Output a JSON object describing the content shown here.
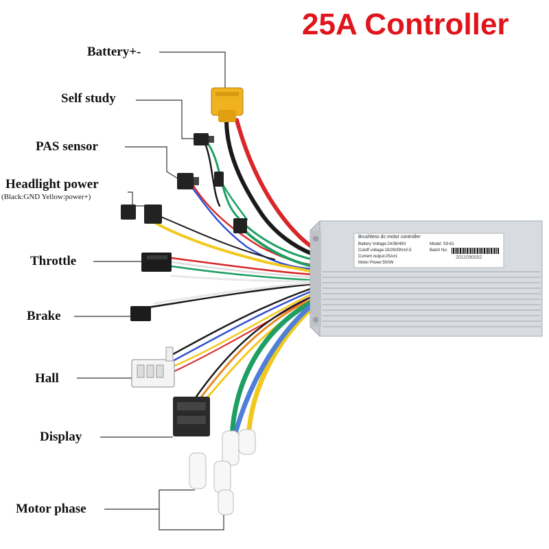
{
  "title": {
    "text": "25A Controller",
    "color": "#e0141b"
  },
  "labels": {
    "battery": "Battery+-",
    "self_study": "Self study",
    "pas_sensor": "PAS sensor",
    "headlight_power": "Headlight power",
    "headlight_note": "(Black:GND Yellow:power+)",
    "throttle": "Throttle",
    "brake": "Brake",
    "hall": "Hall",
    "display": "Display",
    "motor_phase": "Motor phase"
  },
  "plate": {
    "heading": "Brushless dc motor controller",
    "battery_voltage": "Battery Voltage:24/36/48V",
    "model": "Model: S9-61",
    "cutoff_voltage": "Cutoff voltage:19/29/39V±0.5",
    "batch": "Batch No:",
    "current_output": "Current output:25A±1",
    "motor_power": "Motor Power:500W",
    "batch_number": "2011090002"
  },
  "colors": {
    "wire_red": "#d8262a",
    "wire_black": "#1a1a1a",
    "wire_yellow": "#f2c81c",
    "wire_green": "#1e9e62",
    "wire_blue": "#2f4fd0",
    "wire_orange": "#e58a1f",
    "wire_white": "#eeeeee",
    "connector_battery": "#f0b21e",
    "housing": "#cfd3d8"
  }
}
